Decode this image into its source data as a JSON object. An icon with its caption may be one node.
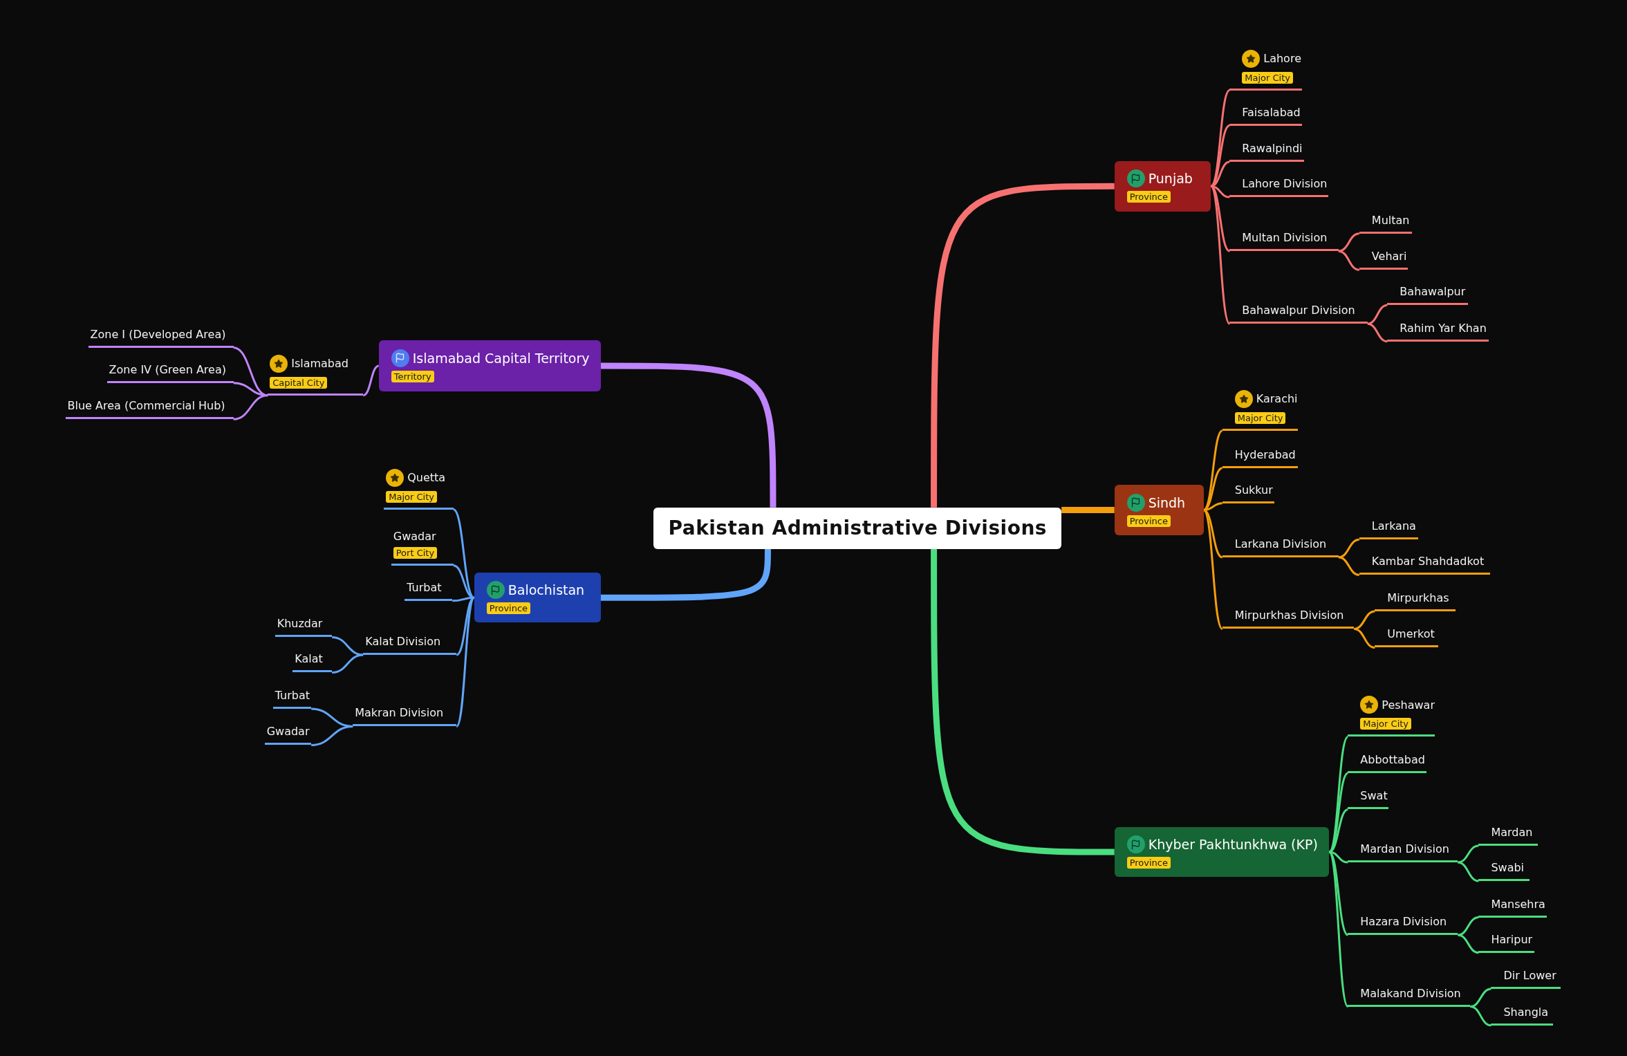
{
  "diagram": {
    "nodes": [
      {
        "text": [
          "Pakistan Administrative Divisions"
        ]
      },
      {
        "text": [
          "Islamabad Capital Territory",
          "Territory"
        ]
      },
      {
        "text": [
          "Islamabad",
          "Capital City"
        ]
      },
      {
        "text": [
          "Zone I (Developed Area)"
        ]
      },
      {
        "text": [
          "Zone IV (Green Area)"
        ]
      },
      {
        "text": [
          "Blue Area (Commercial Hub)"
        ]
      },
      {
        "text": [
          "Balochistan",
          "Province"
        ]
      },
      {
        "text": [
          "Quetta",
          "Major City"
        ]
      },
      {
        "text": [
          "Gwadar",
          "Port City"
        ]
      },
      {
        "text": [
          "Turbat"
        ]
      },
      {
        "text": [
          "Kalat Division"
        ]
      },
      {
        "text": [
          "Khuzdar"
        ]
      },
      {
        "text": [
          "Kalat"
        ]
      },
      {
        "text": [
          "Makran Division"
        ]
      },
      {
        "text": [
          "Turbat"
        ]
      },
      {
        "text": [
          "Gwadar"
        ]
      },
      {
        "text": [
          "Punjab",
          "Province"
        ]
      },
      {
        "text": [
          "Lahore",
          "Major City"
        ]
      },
      {
        "text": [
          "Faisalabad"
        ]
      },
      {
        "text": [
          "Rawalpindi"
        ]
      },
      {
        "text": [
          "Lahore Division"
        ]
      },
      {
        "text": [
          "Multan Division"
        ]
      },
      {
        "text": [
          "Multan"
        ]
      },
      {
        "text": [
          "Vehari"
        ]
      },
      {
        "text": [
          "Bahawalpur Division"
        ]
      },
      {
        "text": [
          "Bahawalpur"
        ]
      },
      {
        "text": [
          "Rahim Yar Khan"
        ]
      },
      {
        "text": [
          "Sindh",
          "Province"
        ]
      },
      {
        "text": [
          "Karachi",
          "Major City"
        ]
      },
      {
        "text": [
          "Hyderabad"
        ]
      },
      {
        "text": [
          "Sukkur"
        ]
      },
      {
        "text": [
          "Larkana Division"
        ]
      },
      {
        "text": [
          "Larkana"
        ]
      },
      {
        "text": [
          "Kambar Shahdadkot"
        ]
      },
      {
        "text": [
          "Mirpurkhas Division"
        ]
      },
      {
        "text": [
          "Mirpurkhas"
        ]
      },
      {
        "text": [
          "Umerkot"
        ]
      },
      {
        "text": [
          "Khyber Pakhtunkhwa (KP)",
          "Province"
        ]
      },
      {
        "text": [
          "Peshawar",
          "Major City"
        ]
      },
      {
        "text": [
          "Abbottabad"
        ]
      },
      {
        "text": [
          "Swat"
        ]
      },
      {
        "text": [
          "Mardan Division"
        ]
      },
      {
        "text": [
          "Mardan"
        ]
      },
      {
        "text": [
          "Swabi"
        ]
      },
      {
        "text": [
          "Hazara Division"
        ]
      },
      {
        "text": [
          "Mansehra"
        ]
      },
      {
        "text": [
          "Haripur"
        ]
      },
      {
        "text": [
          "Malakand Division"
        ]
      },
      {
        "text": [
          "Dir Lower"
        ]
      },
      {
        "text": [
          "Shangla"
        ]
      }
    ],
    "edges": [
      {
        "from": 0,
        "to": 1,
        "arrow": "none",
        "style": "thick",
        "color": "#c084fc"
      },
      {
        "from": 0,
        "to": 6,
        "arrow": "none",
        "style": "thick",
        "color": "#60a5fa"
      },
      {
        "from": 0,
        "to": 16,
        "arrow": "none",
        "style": "thick",
        "color": "#f87171"
      },
      {
        "from": 0,
        "to": 27,
        "arrow": "none",
        "style": "thick",
        "color": "#f59e0b"
      },
      {
        "from": 0,
        "to": 37,
        "arrow": "none",
        "style": "thick",
        "color": "#4ade80"
      },
      {
        "from": 1,
        "to": 2,
        "arrow": "none",
        "color": "#c084fc"
      },
      {
        "from": 2,
        "to": 3,
        "arrow": "none",
        "color": "#c084fc"
      },
      {
        "from": 2,
        "to": 4,
        "arrow": "none",
        "color": "#c084fc"
      },
      {
        "from": 2,
        "to": 5,
        "arrow": "none",
        "color": "#c084fc"
      },
      {
        "from": 6,
        "to": 7,
        "arrow": "none",
        "color": "#60a5fa"
      },
      {
        "from": 6,
        "to": 8,
        "arrow": "none",
        "color": "#60a5fa"
      },
      {
        "from": 6,
        "to": 9,
        "arrow": "none",
        "color": "#60a5fa"
      },
      {
        "from": 6,
        "to": 10,
        "arrow": "none",
        "color": "#60a5fa"
      },
      {
        "from": 10,
        "to": 11,
        "arrow": "none",
        "color": "#60a5fa"
      },
      {
        "from": 10,
        "to": 12,
        "arrow": "none",
        "color": "#60a5fa"
      },
      {
        "from": 6,
        "to": 13,
        "arrow": "none",
        "color": "#60a5fa"
      },
      {
        "from": 13,
        "to": 14,
        "arrow": "none",
        "color": "#60a5fa"
      },
      {
        "from": 13,
        "to": 15,
        "arrow": "none",
        "color": "#60a5fa"
      },
      {
        "from": 16,
        "to": 17,
        "arrow": "none",
        "color": "#f87171"
      },
      {
        "from": 16,
        "to": 18,
        "arrow": "none",
        "color": "#f87171"
      },
      {
        "from": 16,
        "to": 19,
        "arrow": "none",
        "color": "#f87171"
      },
      {
        "from": 16,
        "to": 20,
        "arrow": "none",
        "color": "#f87171"
      },
      {
        "from": 16,
        "to": 21,
        "arrow": "none",
        "color": "#f87171"
      },
      {
        "from": 21,
        "to": 22,
        "arrow": "none",
        "color": "#f87171"
      },
      {
        "from": 21,
        "to": 23,
        "arrow": "none",
        "color": "#f87171"
      },
      {
        "from": 16,
        "to": 24,
        "arrow": "none",
        "color": "#f87171"
      },
      {
        "from": 24,
        "to": 25,
        "arrow": "none",
        "color": "#f87171"
      },
      {
        "from": 24,
        "to": 26,
        "arrow": "none",
        "color": "#f87171"
      },
      {
        "from": 27,
        "to": 28,
        "arrow": "none",
        "color": "#f59e0b"
      },
      {
        "from": 27,
        "to": 29,
        "arrow": "none",
        "color": "#f59e0b"
      },
      {
        "from": 27,
        "to": 30,
        "arrow": "none",
        "color": "#f59e0b"
      },
      {
        "from": 27,
        "to": 31,
        "arrow": "none",
        "color": "#f59e0b"
      },
      {
        "from": 31,
        "to": 32,
        "arrow": "none",
        "color": "#f59e0b"
      },
      {
        "from": 31,
        "to": 33,
        "arrow": "none",
        "color": "#f59e0b"
      },
      {
        "from": 27,
        "to": 34,
        "arrow": "none",
        "color": "#f59e0b"
      },
      {
        "from": 34,
        "to": 35,
        "arrow": "none",
        "color": "#f59e0b"
      },
      {
        "from": 34,
        "to": 36,
        "arrow": "none",
        "color": "#f59e0b"
      },
      {
        "from": 37,
        "to": 38,
        "arrow": "none",
        "color": "#4ade80"
      },
      {
        "from": 37,
        "to": 39,
        "arrow": "none",
        "color": "#4ade80"
      },
      {
        "from": 37,
        "to": 40,
        "arrow": "none",
        "color": "#4ade80"
      },
      {
        "from": 37,
        "to": 41,
        "arrow": "none",
        "color": "#4ade80"
      },
      {
        "from": 41,
        "to": 42,
        "arrow": "none",
        "color": "#4ade80"
      },
      {
        "from": 41,
        "to": 43,
        "arrow": "none",
        "color": "#4ade80"
      },
      {
        "from": 37,
        "to": 44,
        "arrow": "none",
        "color": "#4ade80"
      },
      {
        "from": 44,
        "to": 45,
        "arrow": "none",
        "color": "#4ade80"
      },
      {
        "from": 44,
        "to": 46,
        "arrow": "none",
        "color": "#4ade80"
      },
      {
        "from": 37,
        "to": 47,
        "arrow": "none",
        "color": "#4ade80"
      },
      {
        "from": 47,
        "to": 48,
        "arrow": "none",
        "color": "#4ade80"
      },
      {
        "from": 47,
        "to": 49,
        "arrow": "none",
        "color": "#4ade80"
      }
    ]
  }
}
